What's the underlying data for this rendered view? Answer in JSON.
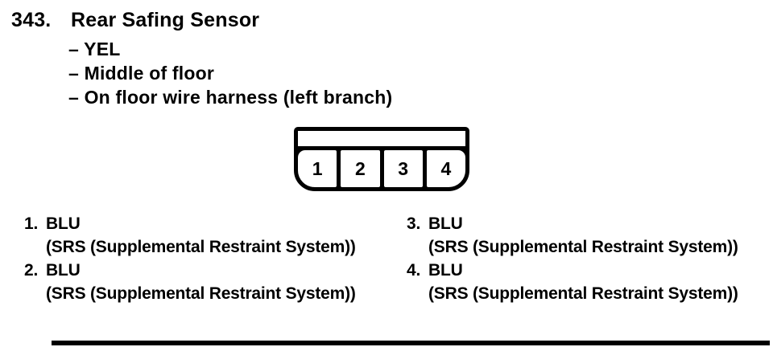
{
  "document": {
    "section_number": "343.",
    "section_title": "Rear Safing Sensor",
    "attributes": [
      "– YEL",
      "– Middle of floor",
      "– On floor wire harness (left branch)"
    ]
  },
  "connector": {
    "cavity_labels": [
      "1",
      "2",
      "3",
      "4"
    ]
  },
  "pin_list": {
    "left_column": [
      {
        "number": "1.",
        "wire_color": "BLU",
        "circuit": "(SRS (Supplemental Restraint System))"
      },
      {
        "number": "2.",
        "wire_color": "BLU",
        "circuit": "(SRS (Supplemental Restraint System))"
      }
    ],
    "right_column": [
      {
        "number": "3.",
        "wire_color": "BLU",
        "circuit": "(SRS (Supplemental Restraint System))"
      },
      {
        "number": "4.",
        "wire_color": "BLU",
        "circuit": "(SRS (Supplemental Restraint System))"
      }
    ]
  },
  "colors": {
    "ink": "#000000",
    "paper": "#ffffff"
  }
}
